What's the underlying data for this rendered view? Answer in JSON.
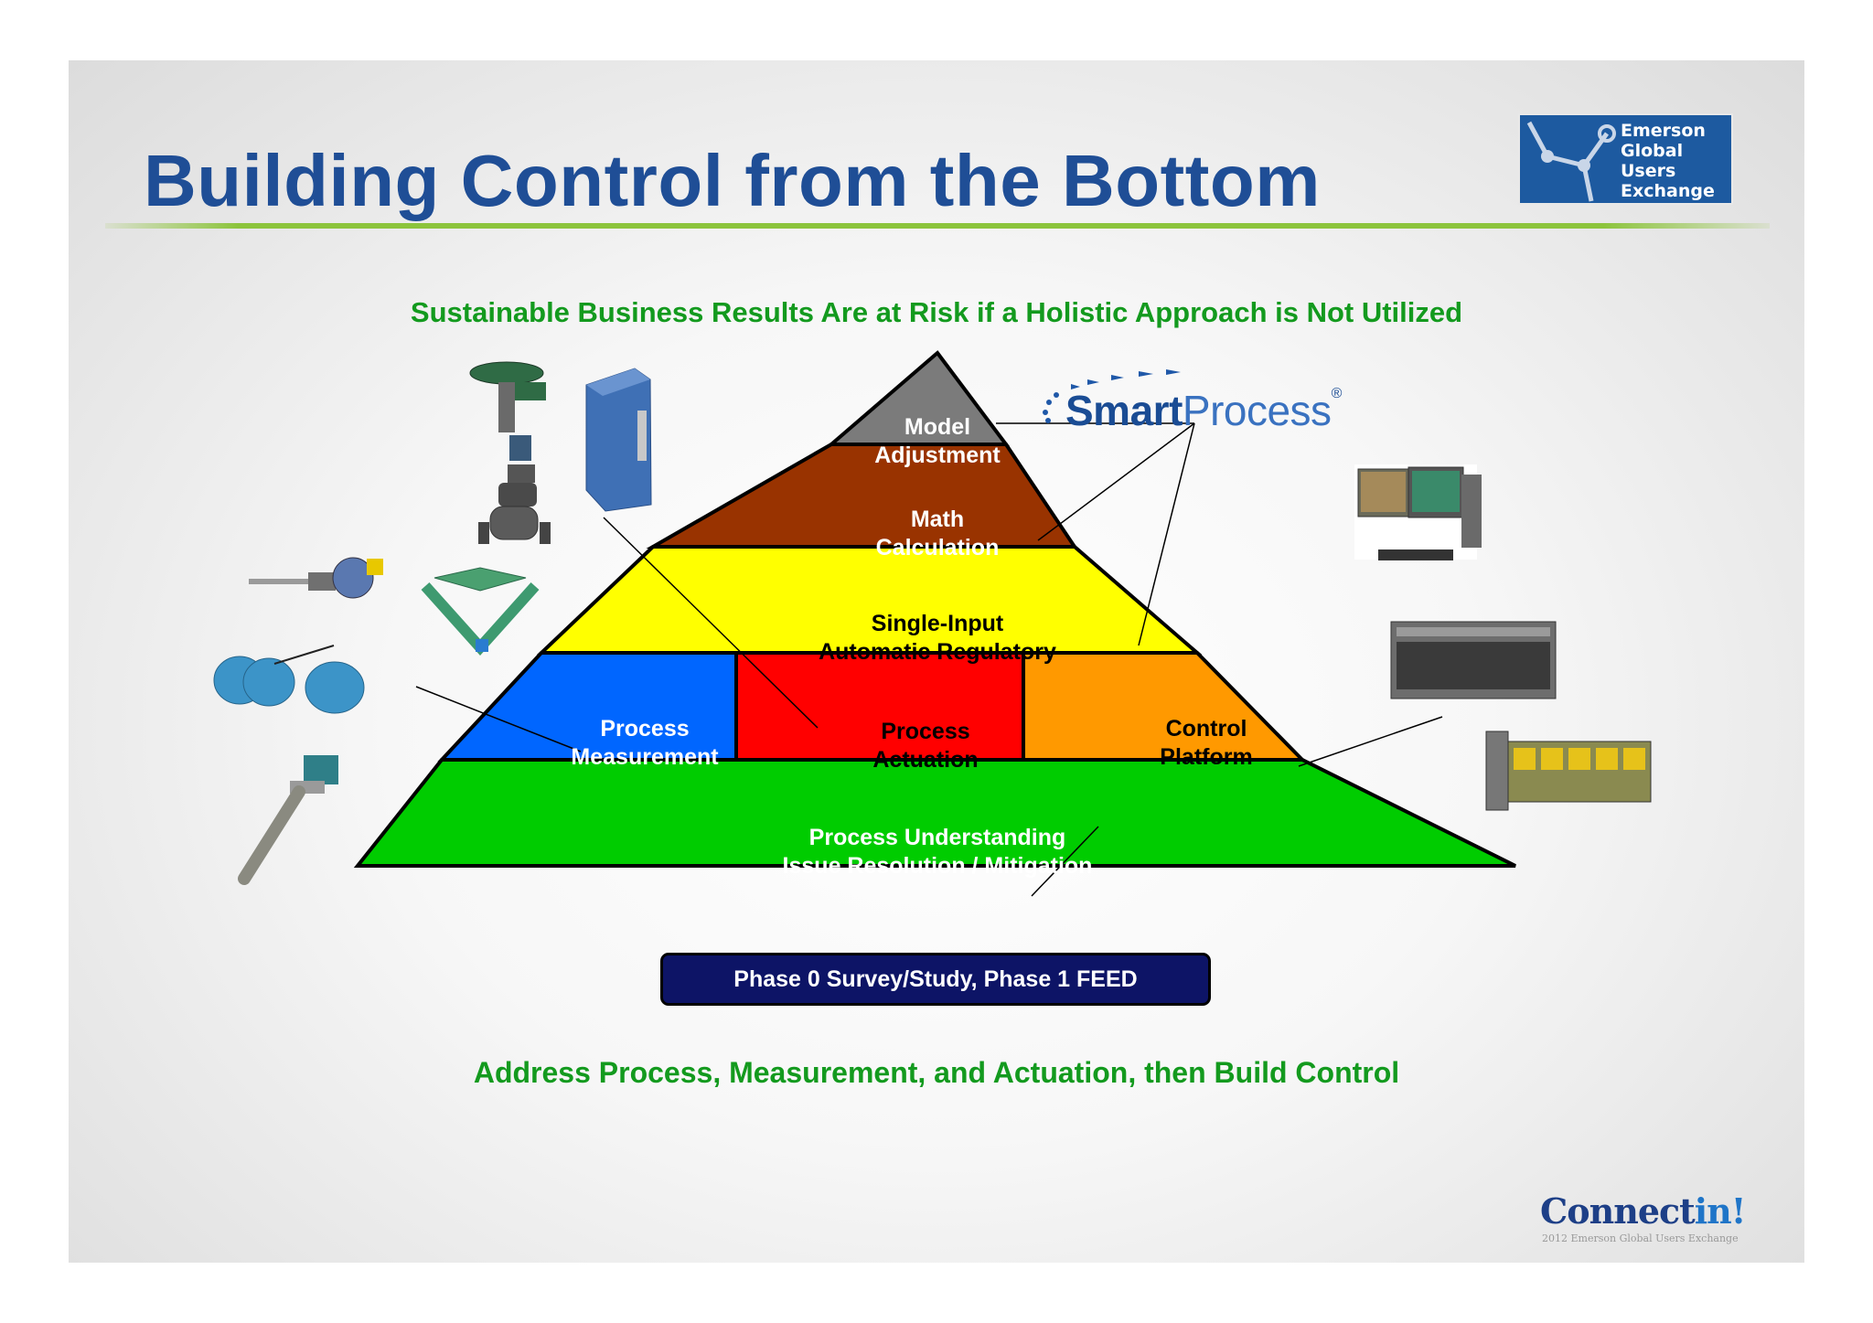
{
  "slide": {
    "title": "Building Control from the Bottom",
    "subtitle": "Sustainable Business Results Are at Risk if a Holistic Approach is Not Utilized",
    "conclusion": "Address Process, Measurement, and Actuation, then Build Control"
  },
  "logo": {
    "lines": [
      "Emerson",
      "Global",
      "Users",
      "Exchange"
    ],
    "brand_color": "#1d5aa0"
  },
  "smartprocess": {
    "word_bold": "Smart",
    "word_light": "Process",
    "registered": "®"
  },
  "pyramid": {
    "top": {
      "line1": "Model",
      "line2": "Adjustment",
      "color": "#7b7b7b",
      "text_color": "#ffffff"
    },
    "layer2": {
      "line1": "Math",
      "line2": "Calculation",
      "color": "#993300",
      "text_color": "#ffffff"
    },
    "layer3": {
      "line1": "Single-Input",
      "line2": "Automatic Regulatory",
      "color": "#ffff00",
      "text_color": "#000000"
    },
    "layer4": [
      {
        "line1": "Process",
        "line2": "Measurement",
        "color": "#0066ff",
        "text_color": "#ffffff"
      },
      {
        "line1": "Process",
        "line2": "Actuation",
        "color": "#ff0000",
        "text_color": "#000000"
      },
      {
        "line1": "Control",
        "line2": "Platform",
        "color": "#ff9900",
        "text_color": "#000000"
      }
    ],
    "base": {
      "line1": "Process Understanding",
      "line2": "Issue Resolution / Mitigation",
      "color": "#00cc00",
      "text_color": "#ffffff"
    }
  },
  "phase_box": {
    "label": "Phase 0 Survey/Study, Phase 1 FEED",
    "color": "#0d1466"
  },
  "images": [
    "control-valve",
    "valve-actuator-box",
    "temperature-transmitter",
    "coriolis-flowmeter",
    "flow-transmitters",
    "level-probe",
    "operator-workstation",
    "controller-rack",
    "io-module-rack"
  ],
  "footer": {
    "brand_main": "Connect",
    "brand_accent": "in!",
    "brand_sub": "2012 Emerson Global Users Exchange"
  }
}
